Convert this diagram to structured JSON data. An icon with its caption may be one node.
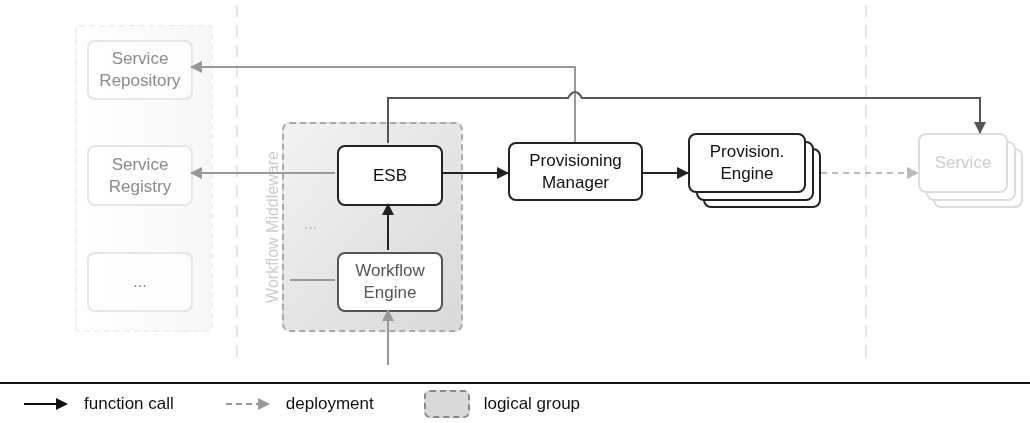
{
  "diagram": {
    "nodes": [
      {
        "text": [],
        "shape": "box"
      },
      {
        "text": [
          "Service Repository"
        ],
        "in": 0
      },
      {
        "text": [
          "Service Registry"
        ],
        "in": 0
      },
      {
        "text": [
          "..."
        ],
        "in": 0
      },
      {
        "text": [
          "Workflow Middleware"
        ]
      },
      {
        "text": [
          "ESB"
        ],
        "in": 4
      },
      {
        "text": [
          "Workflow Engine"
        ],
        "in": 4
      },
      {
        "text": [
          "Provisioning Manager"
        ]
      },
      {
        "text": [
          "Provision. Engine"
        ]
      },
      {
        "text": [
          "Service"
        ]
      }
    ],
    "edges": [
      {
        "from": 7,
        "to": 1,
        "arrow": "to",
        "color": "#999999"
      },
      {
        "from": 5,
        "to": 9,
        "arrow": "to",
        "color": "#555555"
      },
      {
        "from": 5,
        "to": 2,
        "arrow": "to",
        "color": "#999999"
      },
      {
        "from": 5,
        "to": 7,
        "arrow": "to",
        "color": "#222222"
      },
      {
        "from": 7,
        "to": 8,
        "arrow": "to",
        "color": "#222222"
      },
      {
        "from": 8,
        "to": 9,
        "arrow": "to",
        "style": "dashed",
        "color": "#bbbbbb"
      },
      {
        "from": 6,
        "to": 5,
        "arrow": "to",
        "color": "#222222"
      },
      {
        "from": null,
        "to": 6,
        "arrow": "to",
        "color": "#999999"
      },
      {
        "from": null,
        "to": 6,
        "arrow": "none",
        "color": "#999999"
      }
    ],
    "labels": [
      "..."
    ],
    "legend": [
      {
        "text": "function call"
      },
      {
        "text": "deployment"
      },
      {
        "text": "logical group",
        "color": "#d9d9d9"
      }
    ]
  }
}
